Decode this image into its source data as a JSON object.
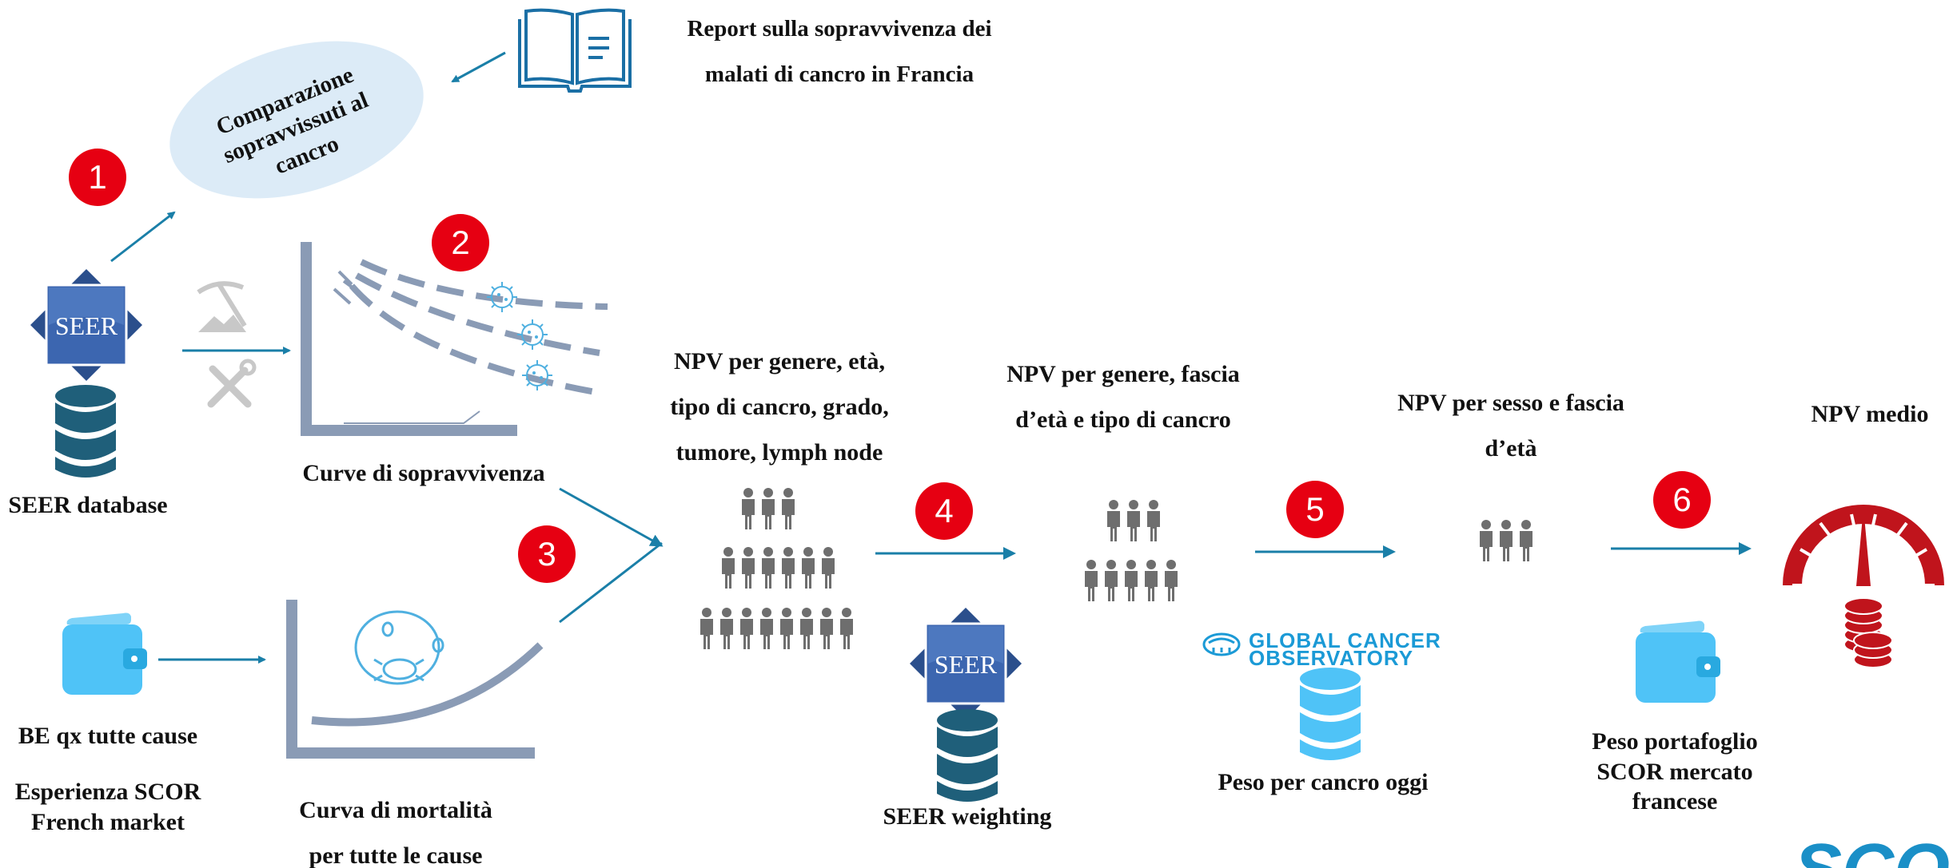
{
  "labels": {
    "report": "Report sulla sopravvivenza dei malati di cancro in Francia",
    "comparazione": "Comparazione sopravvissuti al cancro",
    "seer_database": "SEER database",
    "curve_sopravvivenza": "Curve di sopravvivenza",
    "be_qx": "BE qx tutte cause",
    "esperienza": "Esperienza SCOR French market",
    "curva_mortalita": "Curva di mortalità per tutte le cause",
    "npv_full": "NPV per genere, età, tipo di cancro, grado, tumore, lymph node",
    "seer_weighting": "SEER weighting",
    "npv_fascia": "NPV per genere, fascia d’età e tipo di cancro",
    "peso_cancro": "Peso per cancro oggi",
    "npv_sesso": "NPV per sesso e fascia d’età",
    "peso_portafoglio": "Peso portafoglio SCOR mercato francese",
    "npv_medio": "NPV medio"
  },
  "seer_logo_text": "SEER",
  "gco_logo": {
    "line1": "GLOBAL CANCER",
    "line2": "OBSERVATORY"
  },
  "brand_logo": "SCOR",
  "steps": [
    "1",
    "2",
    "3",
    "4",
    "5",
    "6"
  ],
  "colors": {
    "badge": "#e60012",
    "arrow": "#1a7fa8",
    "people": "#6e6e6e",
    "db_dark": "#1f5f7a",
    "db_light": "#4fc3f7",
    "chart_axis": "#8a9bb5",
    "ellipse": "#dcebf7",
    "gauge": "#c0141c"
  },
  "icons": [
    "book-icon",
    "seer-logo-icon",
    "database-icon",
    "mining-icon",
    "tools-icon",
    "bacteria-icon",
    "wallet-icon",
    "people-group-icon",
    "gauge-icon",
    "coins-icon"
  ]
}
